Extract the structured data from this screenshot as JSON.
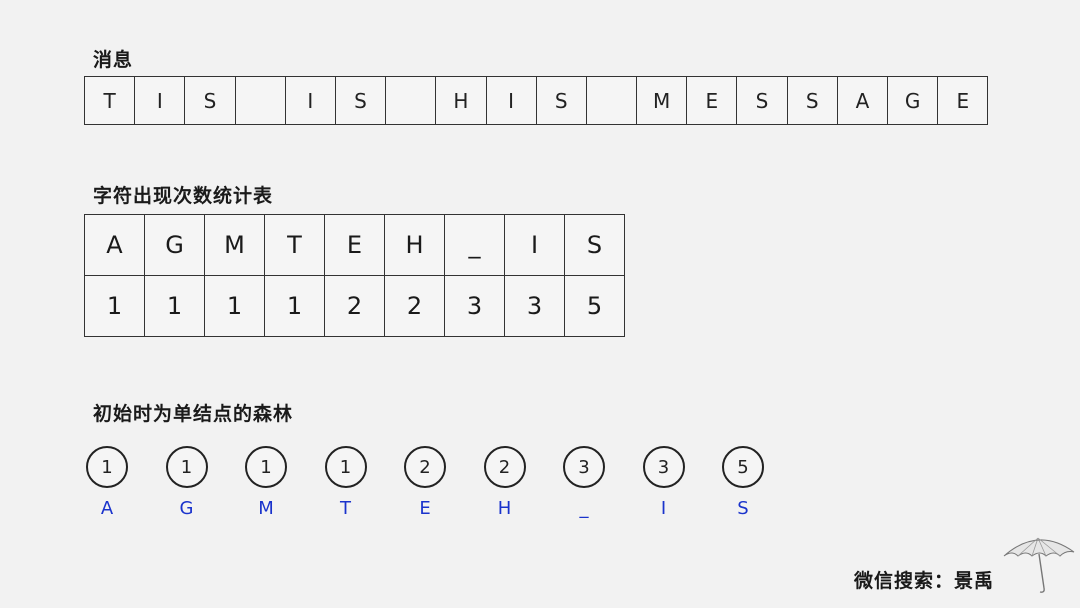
{
  "sections": {
    "message_title": "消息",
    "freq_title": "字符出现次数统计表",
    "forest_title": "初始时为单结点的森林"
  },
  "message": [
    "T",
    "I",
    "S",
    "",
    "I",
    "S",
    "",
    "H",
    "I",
    "S",
    "",
    "M",
    "E",
    "S",
    "S",
    "A",
    "G",
    "E"
  ],
  "frequency": {
    "chars": [
      "A",
      "G",
      "M",
      "T",
      "E",
      "H",
      "_",
      "I",
      "S"
    ],
    "counts": [
      "1",
      "1",
      "1",
      "1",
      "2",
      "2",
      "3",
      "3",
      "5"
    ]
  },
  "forest": [
    {
      "weight": "1",
      "label": "A"
    },
    {
      "weight": "1",
      "label": "G"
    },
    {
      "weight": "1",
      "label": "M"
    },
    {
      "weight": "1",
      "label": "T"
    },
    {
      "weight": "2",
      "label": "E"
    },
    {
      "weight": "2",
      "label": "H"
    },
    {
      "weight": "3",
      "label": "_"
    },
    {
      "weight": "3",
      "label": "I"
    },
    {
      "weight": "5",
      "label": "S"
    }
  ],
  "footer": "微信搜索：景禹",
  "colors": {
    "node_label": "#1a33cc",
    "background": "#f2f2f2"
  },
  "icons": {
    "watermark": "umbrella-icon"
  }
}
